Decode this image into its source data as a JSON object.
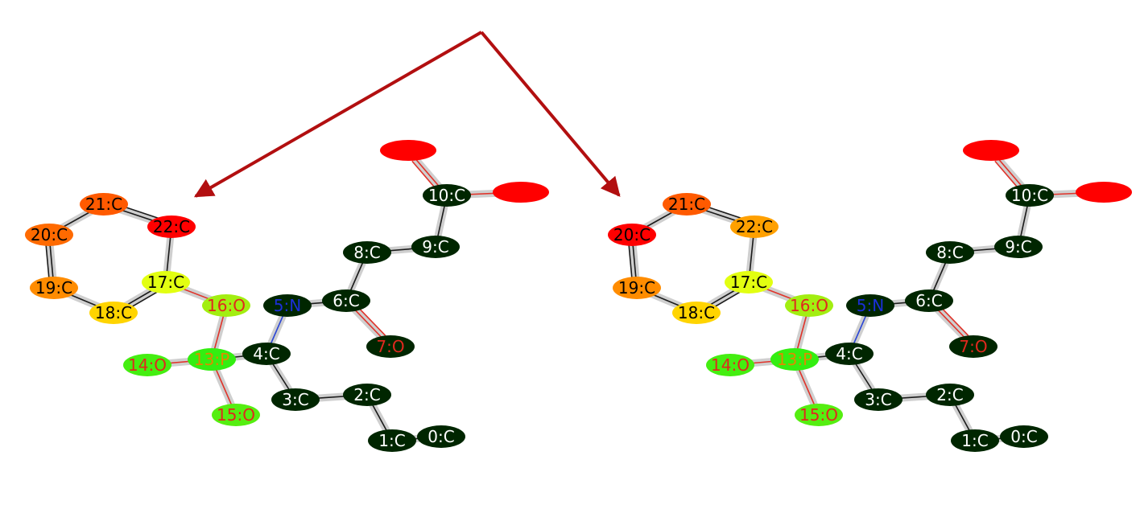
{
  "colors": {
    "arrow": "#b20f10",
    "bond_halo": "#cfcfcf",
    "bond_line": "#1a1a1a",
    "n_bond": "#2a45d6",
    "o_bond": "#e0332a"
  },
  "molecules": [
    {
      "atoms": [
        {
          "label": "0:C",
          "fill": "#002600",
          "text": "#ffffff"
        },
        {
          "label": "1:C",
          "fill": "#002600",
          "text": "#ffffff"
        },
        {
          "label": "2:C",
          "fill": "#002600",
          "text": "#ffffff"
        },
        {
          "label": "3:C",
          "fill": "#002600",
          "text": "#ffffff"
        },
        {
          "label": "4:C",
          "fill": "#002600",
          "text": "#ffffff"
        },
        {
          "label": "5:N",
          "fill": "#002600",
          "text": "#1b2fd8"
        },
        {
          "label": "6:C",
          "fill": "#002600",
          "text": "#ffffff"
        },
        {
          "label": "7:O",
          "fill": "#002600",
          "text": "#e0281e"
        },
        {
          "label": "8:C",
          "fill": "#002600",
          "text": "#ffffff"
        },
        {
          "label": "9:C",
          "fill": "#002600",
          "text": "#ffffff"
        },
        {
          "label": "10:C",
          "fill": "#002600",
          "text": "#ffffff"
        },
        {
          "label": "",
          "fill": "#ff0000",
          "text": "#ff0000"
        },
        {
          "label": "",
          "fill": "#ff0000",
          "text": "#ff0000"
        },
        {
          "label": "13:P",
          "fill": "#33ee11",
          "text": "#e08a00"
        },
        {
          "label": "14:O",
          "fill": "#44ee11",
          "text": "#e0281e"
        },
        {
          "label": "15:O",
          "fill": "#55ee11",
          "text": "#e0281e"
        },
        {
          "label": "16:O",
          "fill": "#a2ee11",
          "text": "#e0281e"
        },
        {
          "label": "17:C",
          "fill": "#e2ff11",
          "text": "#000000"
        },
        {
          "label": "18:C",
          "fill": "#ffd400",
          "text": "#000000"
        },
        {
          "label": "19:C",
          "fill": "#ff8c00",
          "text": "#000000"
        },
        {
          "label": "20:C",
          "fill": "#ff6a00",
          "text": "#000000"
        },
        {
          "label": "21:C",
          "fill": "#ff5a00",
          "text": "#000000"
        },
        {
          "label": "22:C",
          "fill": "#ff0000",
          "text": "#000000"
        }
      ]
    },
    {
      "atoms": [
        {
          "label": "0:C",
          "fill": "#002600",
          "text": "#ffffff"
        },
        {
          "label": "1:C",
          "fill": "#002600",
          "text": "#ffffff"
        },
        {
          "label": "2:C",
          "fill": "#002600",
          "text": "#ffffff"
        },
        {
          "label": "3:C",
          "fill": "#002600",
          "text": "#ffffff"
        },
        {
          "label": "4:C",
          "fill": "#002600",
          "text": "#ffffff"
        },
        {
          "label": "5:N",
          "fill": "#002600",
          "text": "#1b2fd8"
        },
        {
          "label": "6:C",
          "fill": "#002600",
          "text": "#ffffff"
        },
        {
          "label": "7:O",
          "fill": "#002600",
          "text": "#e0281e"
        },
        {
          "label": "8:C",
          "fill": "#002600",
          "text": "#ffffff"
        },
        {
          "label": "9:C",
          "fill": "#002600",
          "text": "#ffffff"
        },
        {
          "label": "10:C",
          "fill": "#002600",
          "text": "#ffffff"
        },
        {
          "label": "",
          "fill": "#ff0000",
          "text": "#ff0000"
        },
        {
          "label": "",
          "fill": "#ff0000",
          "text": "#ff0000"
        },
        {
          "label": "13:P",
          "fill": "#33ee11",
          "text": "#e08a00"
        },
        {
          "label": "14:O",
          "fill": "#44ee11",
          "text": "#e0281e"
        },
        {
          "label": "15:O",
          "fill": "#55ee11",
          "text": "#e0281e"
        },
        {
          "label": "16:O",
          "fill": "#a2ee11",
          "text": "#e0281e"
        },
        {
          "label": "17:C",
          "fill": "#e2ff11",
          "text": "#000000"
        },
        {
          "label": "18:C",
          "fill": "#ffd400",
          "text": "#000000"
        },
        {
          "label": "19:C",
          "fill": "#ff8c00",
          "text": "#000000"
        },
        {
          "label": "20:C",
          "fill": "#ff0000",
          "text": "#000000"
        },
        {
          "label": "21:C",
          "fill": "#ff5a00",
          "text": "#000000"
        },
        {
          "label": "22:C",
          "fill": "#ffa000",
          "text": "#000000"
        }
      ]
    }
  ]
}
